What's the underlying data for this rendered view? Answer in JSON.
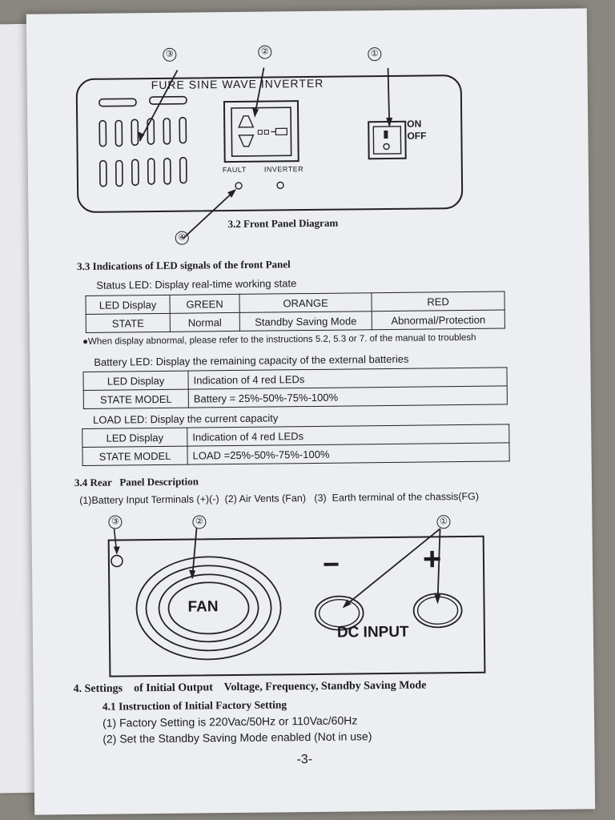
{
  "front_panel": {
    "callouts": [
      "③",
      "②",
      "①",
      "④"
    ],
    "title": "FURE SINE WAVE INVERTER",
    "switch_on": "ON",
    "switch_off": "OFF",
    "fault_label": "FAULT",
    "inverter_label": "INVERTER",
    "caption": "3.2 Front Panel Diagram"
  },
  "led_section": {
    "heading": "3.3 Indications of LED signals of the front Panel",
    "status_led_line": "Status LED: Display real-time working state",
    "status_table": [
      [
        "LED Display",
        "GREEN",
        "ORANGE",
        "RED"
      ],
      [
        "STATE",
        "Normal",
        "Standby Saving Mode",
        "Abnormal/Protection"
      ]
    ],
    "note_bullet": "●",
    "note": "When display abnormal, please refer to the instructions 5.2, 5.3 or 7. of the manual to troublesh",
    "battery_led_line": "Battery LED: Display the remaining capacity of the external batteries",
    "battery_table": [
      [
        "LED Display",
        "Indication of 4 red LEDs"
      ],
      [
        "STATE MODEL",
        "Battery = 25%-50%-75%-100%"
      ]
    ],
    "load_led_line": "LOAD LED: Display the current capacity",
    "load_table": [
      [
        "LED Display",
        "Indication of 4 red LEDs"
      ],
      [
        "STATE MODEL",
        "LOAD =25%-50%-75%-100%"
      ]
    ]
  },
  "rear_panel": {
    "heading": "3.4 Rear   Panel Description",
    "description": "(1)Battery Input Terminals (+)(-)  (2) Air Vents (Fan)   (3)  Earth terminal of the chassis(FG)",
    "callouts": [
      "③",
      "②",
      "①"
    ],
    "fan_label": "FAN",
    "dc_input_label": "DC INPUT",
    "minus_sign": "−",
    "plus_sign": "+"
  },
  "settings": {
    "heading": "4. Settings    of Initial Output    Voltage, Frequency, Standby Saving Mode",
    "subheading": "4.1 Instruction of Initial Factory Setting",
    "items": [
      "(1) Factory Setting is 220Vac/50Hz or 110Vac/60Hz",
      "(2) Set the Standby Saving Mode enabled (Not in use)"
    ],
    "page_number": "-3-"
  }
}
